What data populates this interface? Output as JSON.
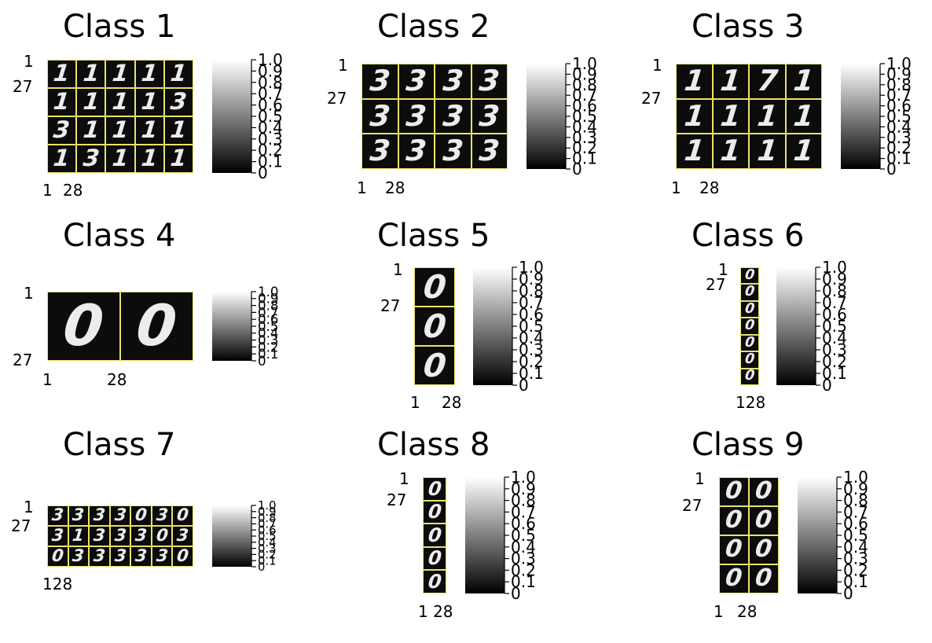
{
  "chart_data": [
    {
      "type": "heatmap",
      "title": "Class 1",
      "yticks": [
        "1",
        "27"
      ],
      "xticks": [
        "1",
        "28"
      ],
      "rows": 4,
      "cols": 5,
      "digits": [
        "1",
        "1",
        "1",
        "1",
        "1",
        "1",
        "1",
        "1",
        "1",
        "3",
        "3",
        "1",
        "1",
        "1",
        "1",
        "1",
        "3",
        "1",
        "1",
        "1"
      ],
      "colorbar": {
        "min": 0,
        "max": 1.0,
        "ticks": [
          "0",
          "0.1",
          "0.2",
          "0.3",
          "0.4",
          "0.5",
          "0.6",
          "0.7",
          "0.8",
          "0.9",
          "1.0"
        ]
      }
    },
    {
      "type": "heatmap",
      "title": "Class 2",
      "yticks": [
        "1",
        "27"
      ],
      "xticks": [
        "1",
        "28"
      ],
      "rows": 3,
      "cols": 4,
      "digits": [
        "3",
        "3",
        "3",
        "3",
        "3",
        "3",
        "3",
        "3",
        "3",
        "3",
        "3",
        "3"
      ],
      "colorbar": {
        "min": 0,
        "max": 1.0,
        "ticks": [
          "0",
          "0.1",
          "0.2",
          "0.3",
          "0.4",
          "0.5",
          "0.6",
          "0.7",
          "0.8",
          "0.9",
          "1.0"
        ]
      }
    },
    {
      "type": "heatmap",
      "title": "Class 3",
      "yticks": [
        "1",
        "27"
      ],
      "xticks": [
        "1",
        "28"
      ],
      "rows": 3,
      "cols": 4,
      "digits": [
        "1",
        "1",
        "7",
        "1",
        "1",
        "1",
        "1",
        "1",
        "1",
        "1",
        "1",
        "1"
      ],
      "colorbar": {
        "min": 0,
        "max": 1.0,
        "ticks": [
          "0",
          "0.1",
          "0.2",
          "0.3",
          "0.4",
          "0.5",
          "0.6",
          "0.7",
          "0.8",
          "0.9",
          "1.0"
        ]
      }
    },
    {
      "type": "heatmap",
      "title": "Class 4",
      "yticks": [
        "1",
        "27"
      ],
      "xticks": [
        "1",
        "28"
      ],
      "rows": 1,
      "cols": 2,
      "digits": [
        "0",
        "0"
      ],
      "colorbar": {
        "min": 0,
        "max": 1.0,
        "ticks": [
          "0",
          "0.1",
          "0.2",
          "0.3",
          "0.4",
          "0.5",
          "0.6",
          "0.7",
          "0.8",
          "0.9",
          "1.0"
        ]
      }
    },
    {
      "type": "heatmap",
      "title": "Class 5",
      "yticks": [
        "1",
        "27"
      ],
      "xticks": [
        "1",
        "28"
      ],
      "rows": 3,
      "cols": 1,
      "digits": [
        "0",
        "0",
        "0"
      ],
      "colorbar": {
        "min": 0,
        "max": 1.0,
        "ticks": [
          "0",
          "0.1",
          "0.2",
          "0.3",
          "0.4",
          "0.5",
          "0.6",
          "0.7",
          "0.8",
          "0.9",
          "1.0"
        ]
      }
    },
    {
      "type": "heatmap",
      "title": "Class 6",
      "yticks": [
        "1",
        "27"
      ],
      "xticks": [
        "128"
      ],
      "rows": 7,
      "cols": 1,
      "digits": [
        "0",
        "0",
        "0",
        "0",
        "0",
        "0",
        "0"
      ],
      "colorbar": {
        "min": 0,
        "max": 1.0,
        "ticks": [
          "0",
          "0.1",
          "0.2",
          "0.3",
          "0.4",
          "0.5",
          "0.6",
          "0.7",
          "0.8",
          "0.9",
          "1.0"
        ]
      }
    },
    {
      "type": "heatmap",
      "title": "Class 7",
      "yticks": [
        "1",
        "27"
      ],
      "xticks": [
        "128"
      ],
      "rows": 3,
      "cols": 7,
      "digits": [
        "3",
        "3",
        "3",
        "3",
        "0",
        "3",
        "0",
        "3",
        "1",
        "3",
        "3",
        "3",
        "0",
        "3",
        "0",
        "3",
        "3",
        "3",
        "3",
        "3",
        "0"
      ],
      "colorbar": {
        "min": 0,
        "max": 1.0,
        "ticks": [
          "0",
          "0.1",
          "0.2",
          "0.3",
          "0.4",
          "0.5",
          "0.6",
          "0.7",
          "0.8",
          "0.9",
          "1.0"
        ]
      }
    },
    {
      "type": "heatmap",
      "title": "Class 8",
      "yticks": [
        "1",
        "27"
      ],
      "xticks": [
        "1 28"
      ],
      "rows": 5,
      "cols": 1,
      "digits": [
        "0",
        "0",
        "0",
        "0",
        "0"
      ],
      "colorbar": {
        "min": 0,
        "max": 1.0,
        "ticks": [
          "0",
          "0.1",
          "0.2",
          "0.3",
          "0.4",
          "0.5",
          "0.6",
          "0.7",
          "0.8",
          "0.9",
          "1.0"
        ]
      }
    },
    {
      "type": "heatmap",
      "title": "Class 9",
      "yticks": [
        "1",
        "27"
      ],
      "xticks": [
        "1",
        "28"
      ],
      "rows": 4,
      "cols": 2,
      "digits": [
        "0",
        "0",
        "0",
        "0",
        "0",
        "0",
        "0",
        "0"
      ],
      "colorbar": {
        "min": 0,
        "max": 1.0,
        "ticks": [
          "0",
          "0.1",
          "0.2",
          "0.3",
          "0.4",
          "0.5",
          "0.6",
          "0.7",
          "0.8",
          "0.9",
          "1.0"
        ]
      }
    }
  ]
}
